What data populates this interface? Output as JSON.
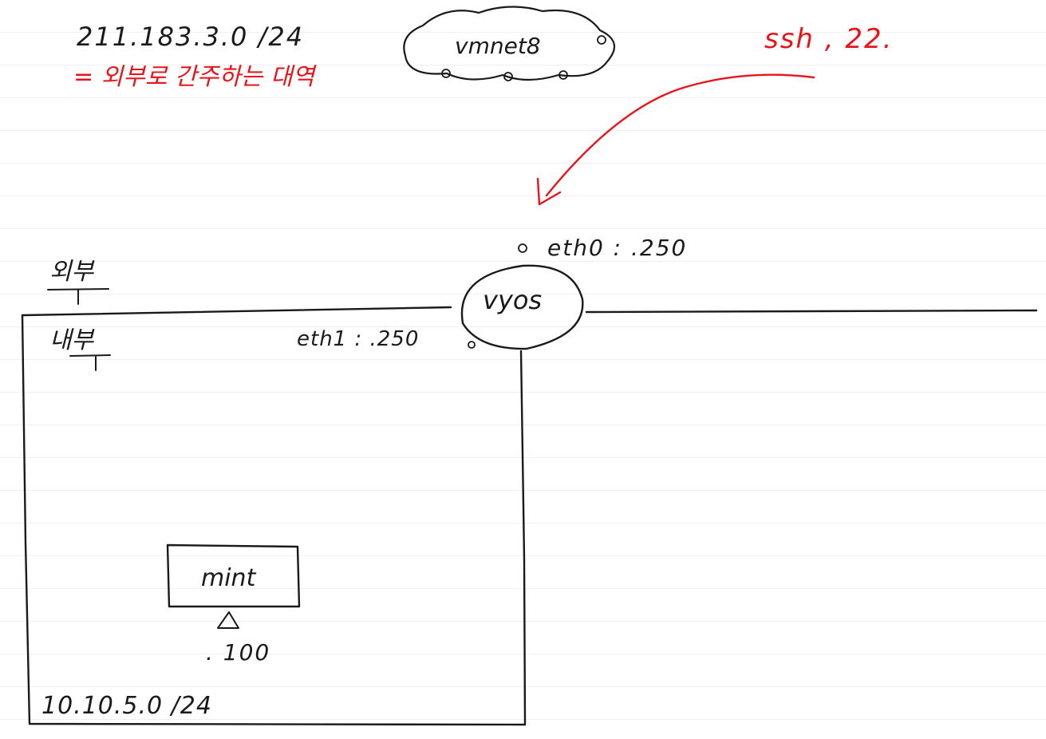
{
  "notes": {
    "subnet_external": "211.183.3.0 /24",
    "external_description": "= 외부로 간주하는 대역",
    "cloud_label": "vmnet8",
    "ssh_note": "ssh , 22."
  },
  "zones": {
    "outside_label": "외부",
    "inside_label": "내부"
  },
  "router": {
    "name": "vyos",
    "eth0": "eth0 : .250",
    "eth1": "eth1 : .250"
  },
  "host": {
    "name": "mint",
    "ip": ". 100"
  },
  "internal_subnet": "10.10.5.0 /24",
  "colors": {
    "ink": "#1a1a1a",
    "annotation": "#e8141b"
  }
}
